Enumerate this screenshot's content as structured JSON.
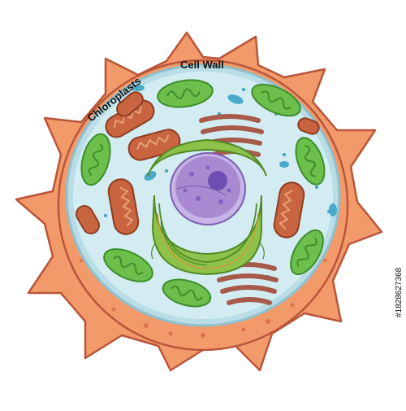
{
  "diagram": {
    "labels": {
      "chloroplasts": "Chloroplasts",
      "cell_wall": "Cell Wall"
    },
    "parts": [
      "cell-wall",
      "cell-membrane",
      "cytoplasm",
      "nucleus",
      "nucleolus",
      "golgi-apparatus",
      "endoplasmic-reticulum",
      "chloroplast",
      "mitochondrion",
      "vacuole"
    ]
  },
  "colors": {
    "cell_wall": "#f39a6a",
    "cell_wall_outline": "#b9563a",
    "membrane": "#c9e4ea",
    "cytoplasm": "#cfe9ee",
    "chloroplast": "#6cbf4a",
    "chloroplast_inner": "#3d8e2c",
    "mitochondrion": "#c8643f",
    "mitochondrion_inner": "#e9a178",
    "nucleus": "#a98ad0",
    "nucleolus": "#6c4fb0",
    "golgi": "#8fc24a",
    "er": "#a85a4a",
    "vacuole": "#49a9c9"
  },
  "watermark": {
    "side_text": "#1828627368"
  }
}
